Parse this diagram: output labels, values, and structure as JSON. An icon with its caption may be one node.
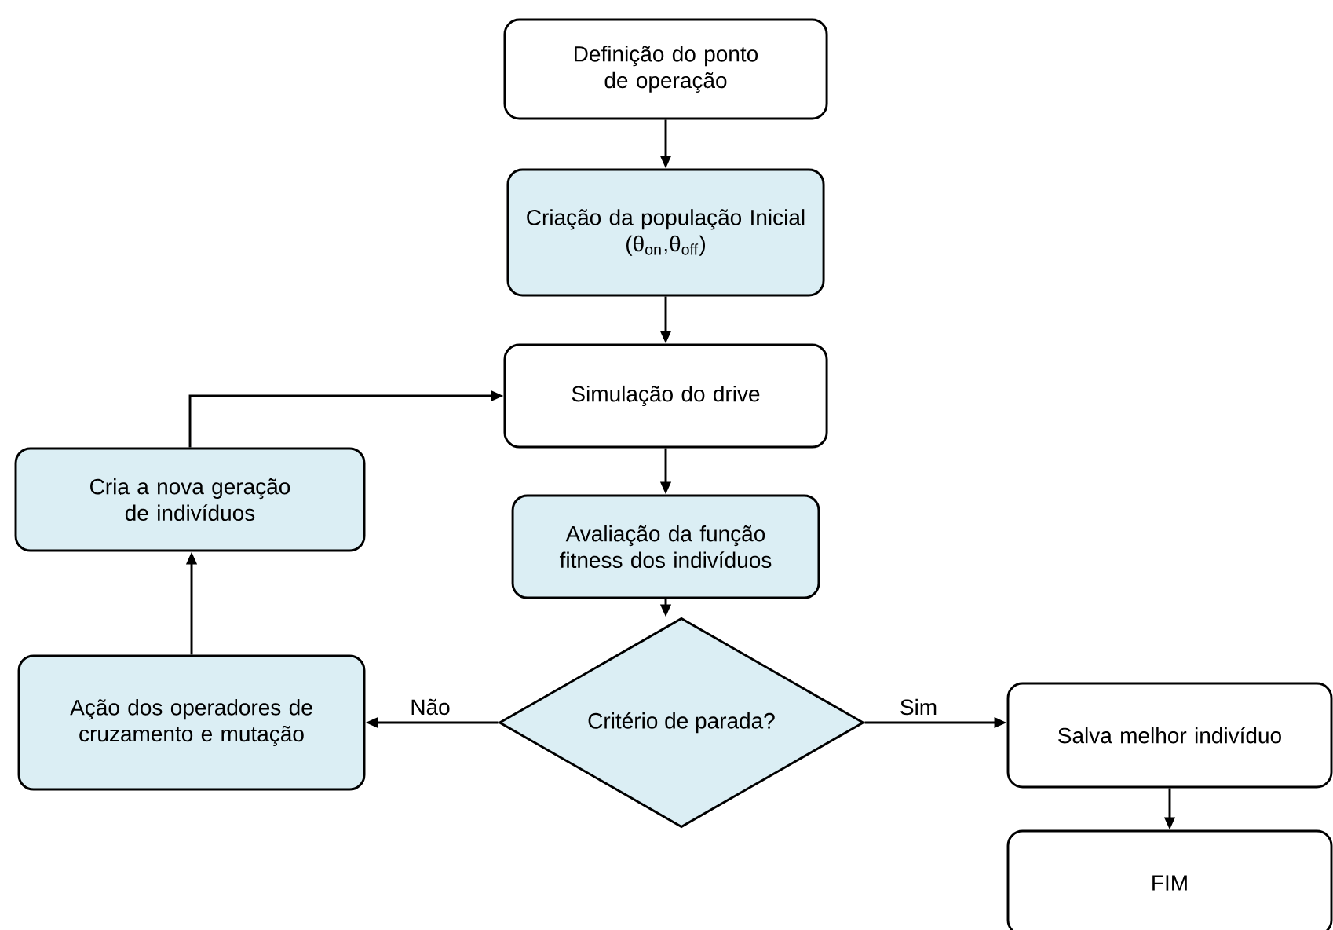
{
  "diagram": {
    "nodes": [
      {
        "text": [
          "Definição do ponto de operação"
        ]
      },
      {
        "text": [
          "Criação da população Inicial",
          "(θ$_{on}$,θ$_{off}$)"
        ]
      },
      {
        "text": [
          "Simulação do drive"
        ]
      },
      {
        "text": [
          "Avaliação da função fitness dos indivíduos"
        ]
      },
      {
        "text": [
          "Critério de parada?"
        ]
      },
      {
        "text": [
          "Salva melhor indivíduo"
        ]
      },
      {
        "text": [
          "FIM"
        ]
      },
      {
        "text": [
          "Cria a nova geração de indivíduos"
        ]
      },
      {
        "text": [
          "Ação dos operadores de cruzamento e mutação"
        ]
      }
    ],
    "edges": [
      {
        "from": 0,
        "to": 1,
        "arrow": "to"
      },
      {
        "from": 1,
        "to": 2,
        "arrow": "to"
      },
      {
        "from": 2,
        "to": 3,
        "arrow": "to"
      },
      {
        "from": 3,
        "to": 4,
        "arrow": "to"
      },
      {
        "from": 4,
        "to": 5,
        "arrow": "to",
        "label": "Sim"
      },
      {
        "from": 4,
        "to": 8,
        "arrow": "to",
        "label": "Não"
      },
      {
        "from": 8,
        "to": 7,
        "arrow": "to"
      },
      {
        "from": 7,
        "to": 2,
        "arrow": "to"
      },
      {
        "from": 5,
        "to": 6,
        "arrow": "to"
      }
    ]
  }
}
